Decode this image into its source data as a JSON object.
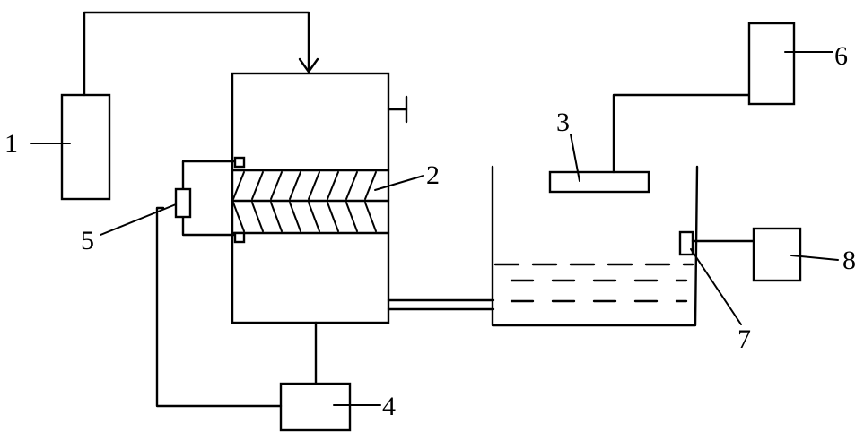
{
  "diagram": {
    "labels": {
      "l1": "1",
      "l2": "2",
      "l3": "3",
      "l4": "4",
      "l5": "5",
      "l6": "6",
      "l7": "7",
      "l8": "8"
    }
  }
}
